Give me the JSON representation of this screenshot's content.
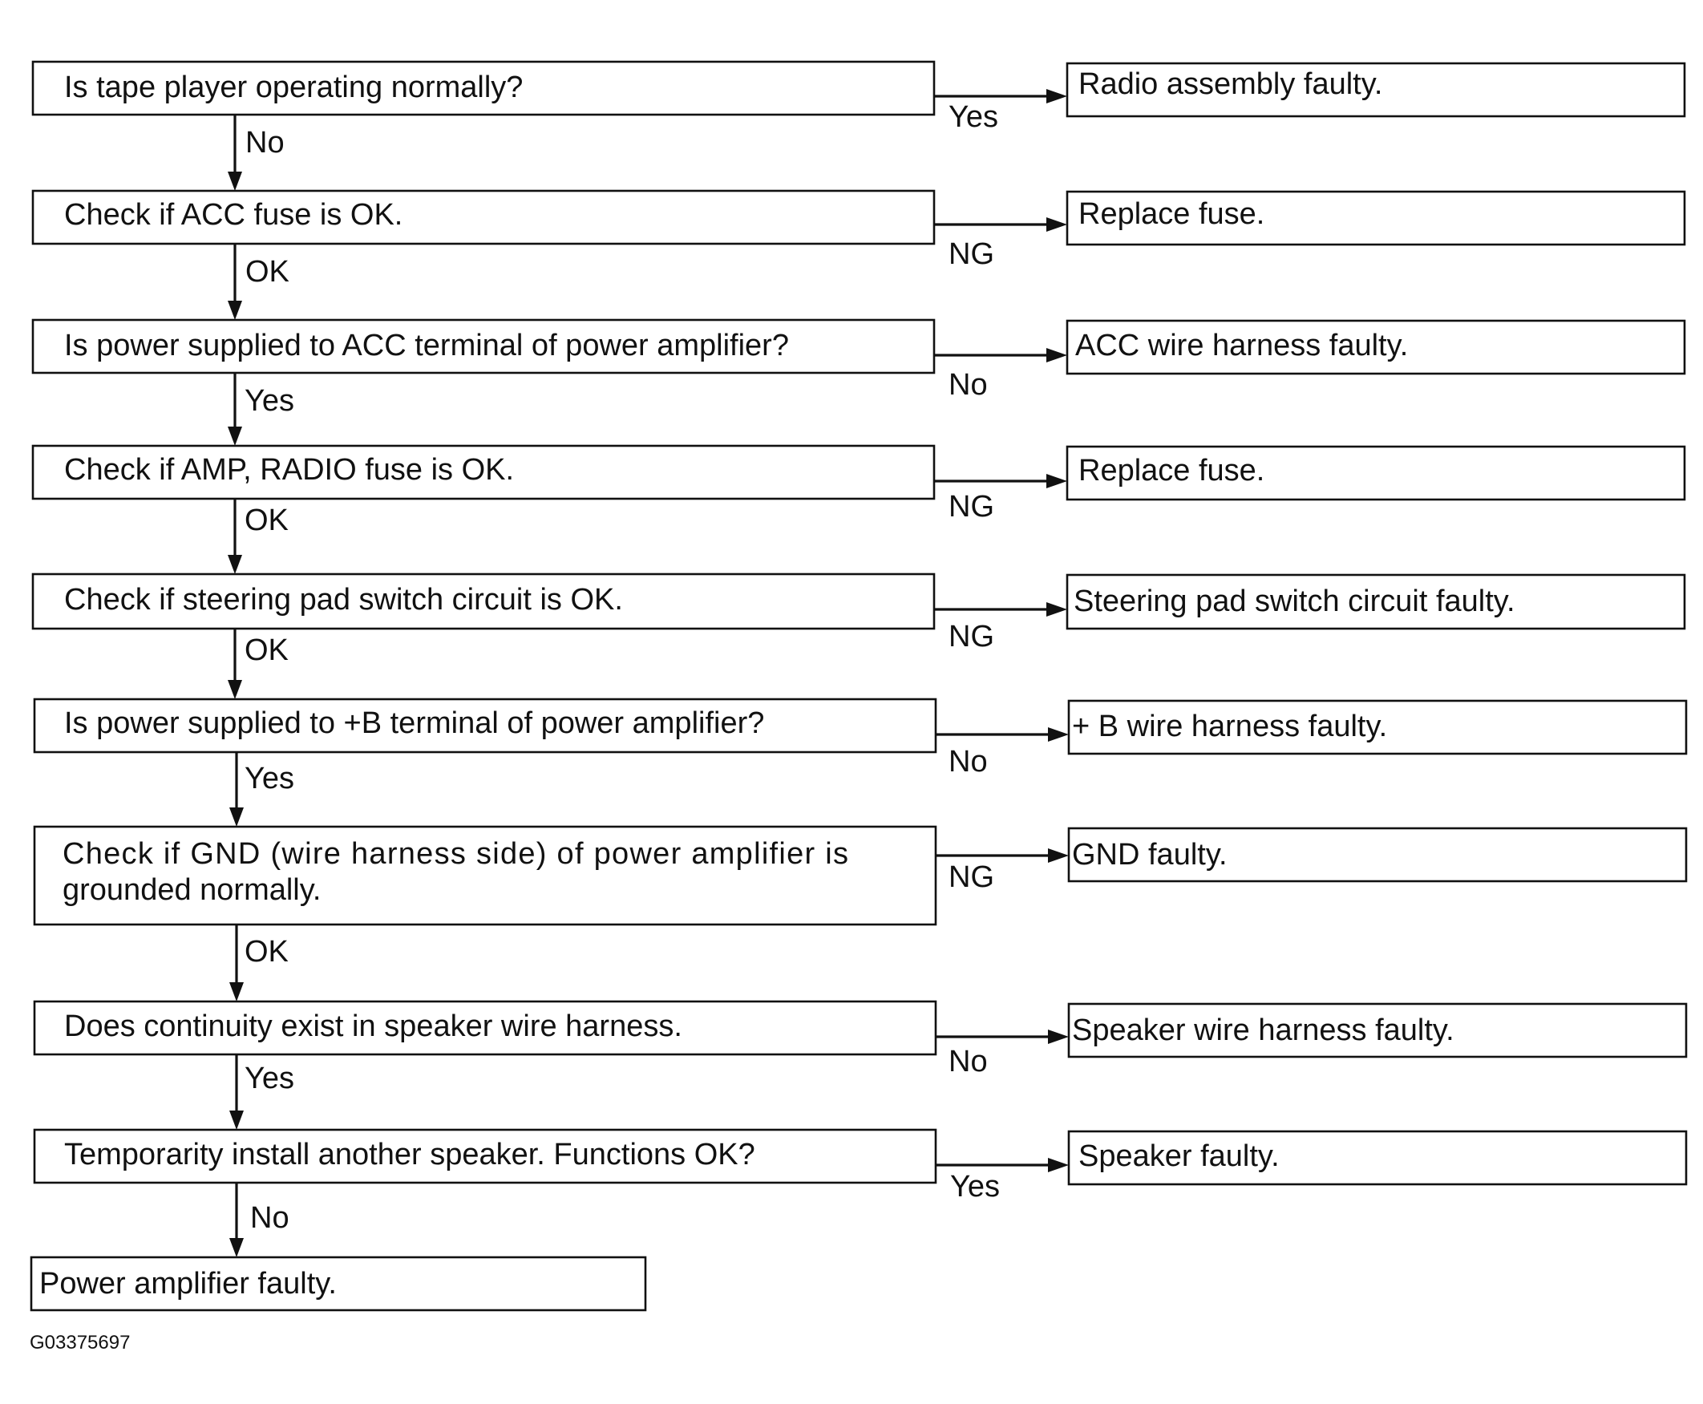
{
  "questions": [
    {
      "text": "Is tape player operating normally?",
      "side_label": "Yes",
      "down_label": "No"
    },
    {
      "text": "Check if ACC fuse is OK.",
      "side_label": "NG",
      "down_label": "OK"
    },
    {
      "text": "Is power supplied to ACC terminal of power amplifier?",
      "side_label": "No",
      "down_label": "Yes"
    },
    {
      "text": "Check if AMP, RADIO fuse is OK.",
      "side_label": "NG",
      "down_label": "OK"
    },
    {
      "text": "Check if steering pad switch circuit is OK.",
      "side_label": "NG",
      "down_label": "OK"
    },
    {
      "text": "Is power supplied to +B terminal of power amplifier?",
      "side_label": "No",
      "down_label": "Yes"
    },
    {
      "text_lines": [
        "Check if GND (wire harness side) of power amplifier is",
        "grounded normally."
      ],
      "side_label": "NG",
      "down_label": "OK"
    },
    {
      "text": "Does continuity exist in speaker wire harness.",
      "side_label": "No",
      "down_label": "Yes"
    },
    {
      "text": "Temporarity install another speaker. Functions OK?",
      "side_label": "Yes",
      "down_label": "No"
    }
  ],
  "results": [
    "Radio assembly faulty.",
    "Replace fuse.",
    "ACC wire harness faulty.",
    "Replace fuse.",
    "Steering pad switch circuit faulty.",
    "+ B wire harness faulty.",
    "GND faulty.",
    "Speaker wire harness faulty.",
    "Speaker faulty."
  ],
  "final": "Power amplifier faulty.",
  "figure_id": "G03375697"
}
